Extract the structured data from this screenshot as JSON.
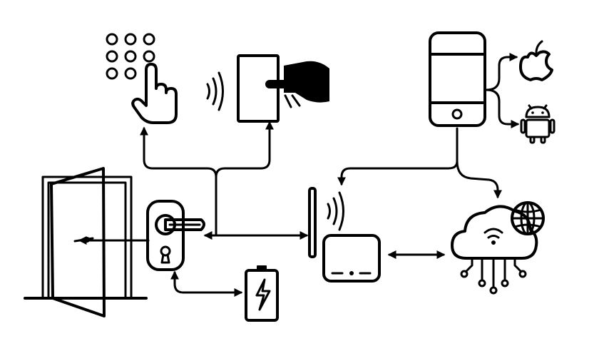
{
  "diagram": {
    "style": {
      "ink_color": "#000000",
      "background_color": "#ffffff"
    },
    "nodes": [
      {
        "id": "door",
        "icon": "open-door-icon"
      },
      {
        "id": "smart-lock",
        "icon": "door-lock-handle-icon"
      },
      {
        "id": "keypad",
        "icon": "keypad-touch-icon"
      },
      {
        "id": "rfid-card",
        "icon": "card-reader-hand-icon"
      },
      {
        "id": "battery",
        "icon": "battery-charging-icon"
      },
      {
        "id": "gateway",
        "icon": "wireless-router-icon"
      },
      {
        "id": "smartphone",
        "icon": "smartphone-icon"
      },
      {
        "id": "ios",
        "icon": "apple-logo-icon"
      },
      {
        "id": "android",
        "icon": "android-logo-icon"
      },
      {
        "id": "cloud",
        "icon": "cloud-network-globe-icon"
      }
    ],
    "connections": [
      {
        "from": "smart-lock",
        "to": "door",
        "direction": "one-way"
      },
      {
        "from": "smart-lock",
        "to": "keypad",
        "direction": "one-way"
      },
      {
        "from": "smart-lock",
        "to": "rfid-card",
        "direction": "one-way"
      },
      {
        "from": "smart-lock",
        "to": "gateway",
        "direction": "two-way"
      },
      {
        "from": "smart-lock",
        "to": "battery",
        "direction": "two-way"
      },
      {
        "from": "gateway",
        "to": "cloud",
        "direction": "two-way"
      },
      {
        "from": "smartphone",
        "to": "gateway",
        "direction": "one-way"
      },
      {
        "from": "smartphone",
        "to": "cloud",
        "direction": "one-way"
      },
      {
        "from": "smartphone",
        "to": "ios",
        "direction": "one-way"
      },
      {
        "from": "smartphone",
        "to": "android",
        "direction": "one-way"
      }
    ]
  }
}
